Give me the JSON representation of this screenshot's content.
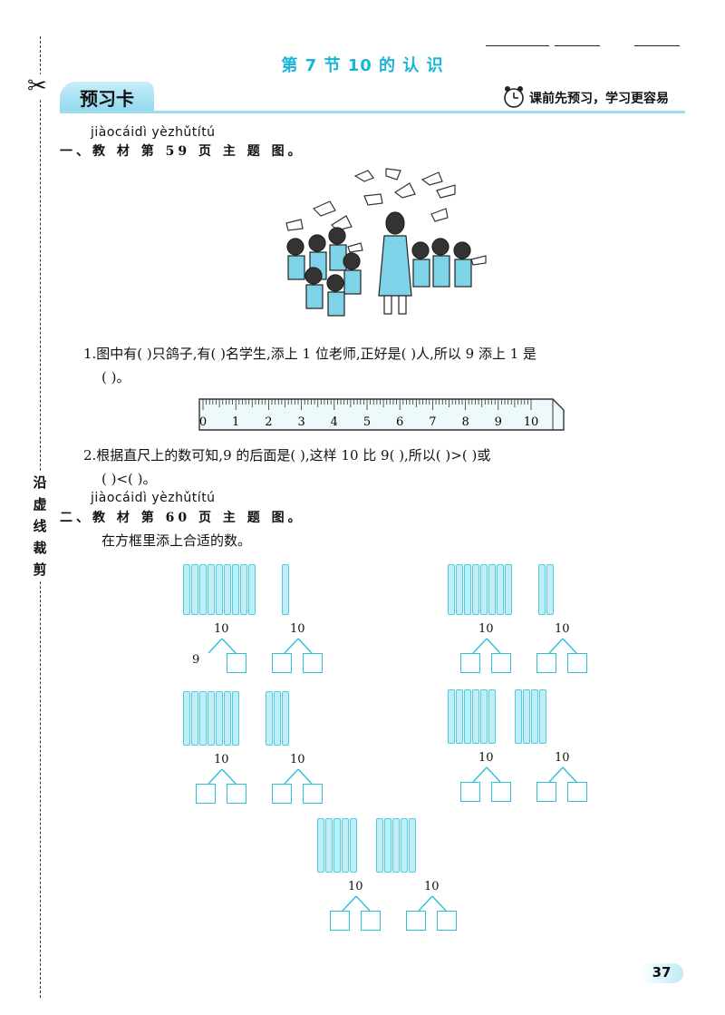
{
  "section_title": "第 7 节   10 的 认 识",
  "card_label": "预习卡",
  "tip": "课前先预习，学习更容易",
  "cut_label": "沿虚线裁剪",
  "part1": {
    "pinyin": "jiàocáidì      yèzhǔtítú",
    "heading": "一、教 材 第 59 页 主 题 图。",
    "q1_line1": "1.图中有(      )只鸽子,有(      )名学生,添上 1 位老师,正好是(      )人,所以 9 添上 1 是",
    "q1_line2": "(      )。",
    "ruler_numbers": [
      "0",
      "1",
      "2",
      "3",
      "4",
      "5",
      "6",
      "7",
      "8",
      "9",
      "10"
    ],
    "q2_line1": "2.根据直尺上的数可知,9 的后面是(      ),这样 10 比 9(      ),所以(      )>(      )或",
    "q2_line2": "(      )<(      )。"
  },
  "part2": {
    "pinyin": "jiàocáidì      yèzhǔtítú",
    "heading": "二、教 材 第 60 页 主 题 图。",
    "instruction": "在方框里添上合适的数。",
    "groups": [
      {
        "left_sticks": 9,
        "right_sticks": 1,
        "top": "10",
        "given_left": "9"
      },
      {
        "left_sticks": 8,
        "right_sticks": 2,
        "top": "10",
        "given_left": ""
      },
      {
        "left_sticks": 7,
        "right_sticks": 3,
        "top": "10",
        "given_left": ""
      },
      {
        "left_sticks": 6,
        "right_sticks": 4,
        "top": "10",
        "given_left": ""
      },
      {
        "left_sticks": 5,
        "right_sticks": 5,
        "top": "10",
        "given_left": ""
      }
    ]
  },
  "page_number": "37"
}
